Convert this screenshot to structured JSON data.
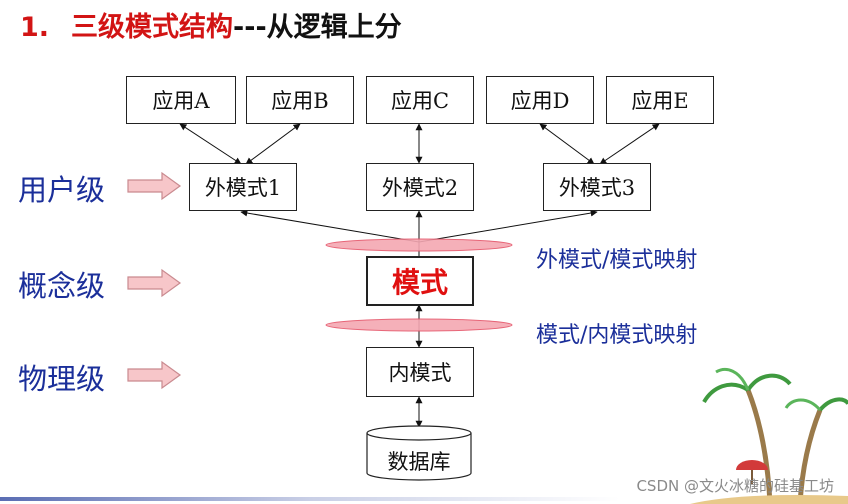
{
  "title": {
    "number": "1.",
    "main": "三级模式结构",
    "suffix": "---从逻辑上分"
  },
  "apps": [
    "应用A",
    "应用B",
    "应用C",
    "应用D",
    "应用E"
  ],
  "external_schemas": [
    "外模式1",
    "外模式2",
    "外模式3"
  ],
  "schema": "模式",
  "internal_schema": "内模式",
  "database": "数据库",
  "levels": {
    "user": "用户级",
    "conceptual": "概念级",
    "physical": "物理级"
  },
  "mappings": {
    "external_schema": "外模式/模式映射",
    "schema_internal": "模式/内模式映射"
  },
  "watermark": "CSDN @文火冰糖的硅基工坊",
  "colors": {
    "title_red": "#d21414",
    "level_blue": "#1b2f9a",
    "mapping_ellipse": "#f07a8a",
    "arrow_pink": "#f3b9bd"
  }
}
